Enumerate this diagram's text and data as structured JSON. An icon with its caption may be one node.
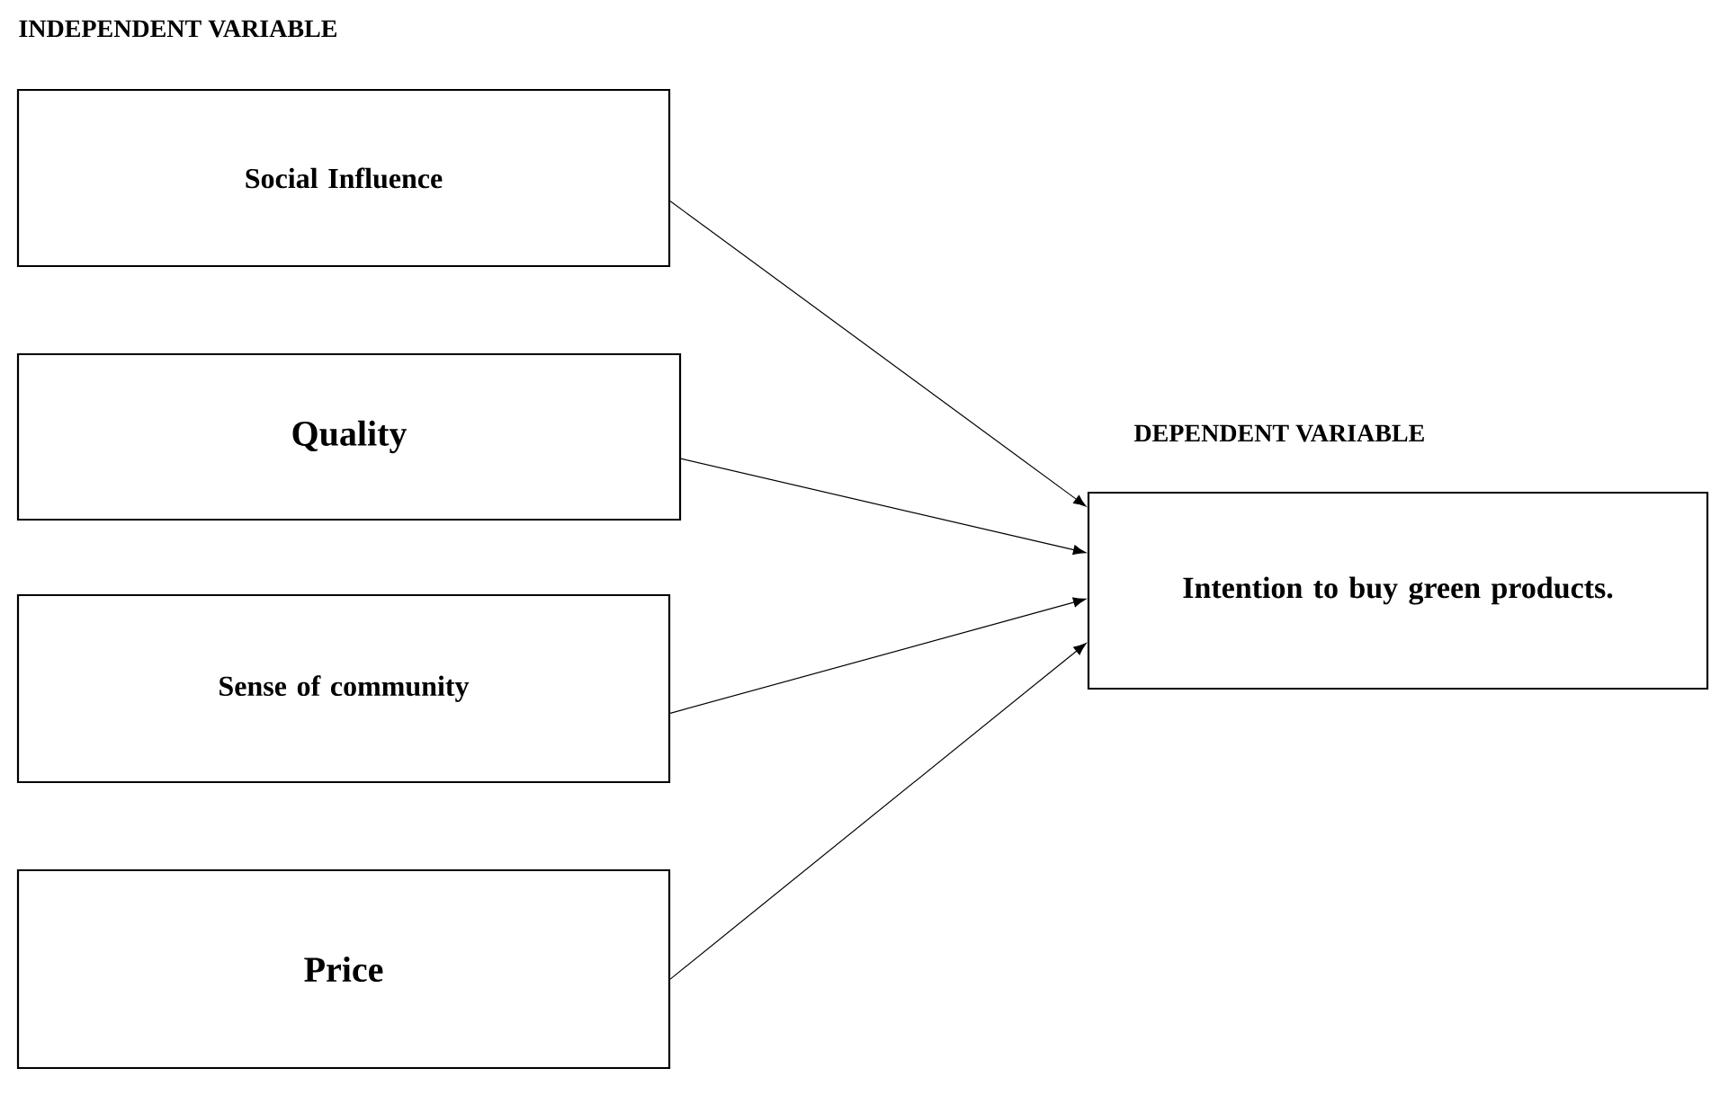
{
  "diagram": {
    "nodes": [
      {
        "text": [
          "Social Influence"
        ]
      },
      {
        "text": [
          "Quality"
        ]
      },
      {
        "text": [
          "Sense of community"
        ]
      },
      {
        "text": [
          "Price"
        ]
      },
      {
        "text": [
          "Intention to buy green products."
        ]
      }
    ],
    "edges": [
      {
        "from": 0,
        "to": 4,
        "arrow": "to"
      },
      {
        "from": 1,
        "to": 4,
        "arrow": "to"
      },
      {
        "from": 2,
        "to": 4,
        "arrow": "to"
      },
      {
        "from": 3,
        "to": 4,
        "arrow": "to"
      }
    ],
    "labels": [
      "INDEPENDENT VARIABLE",
      "DEPENDENT VARIABLE"
    ]
  }
}
